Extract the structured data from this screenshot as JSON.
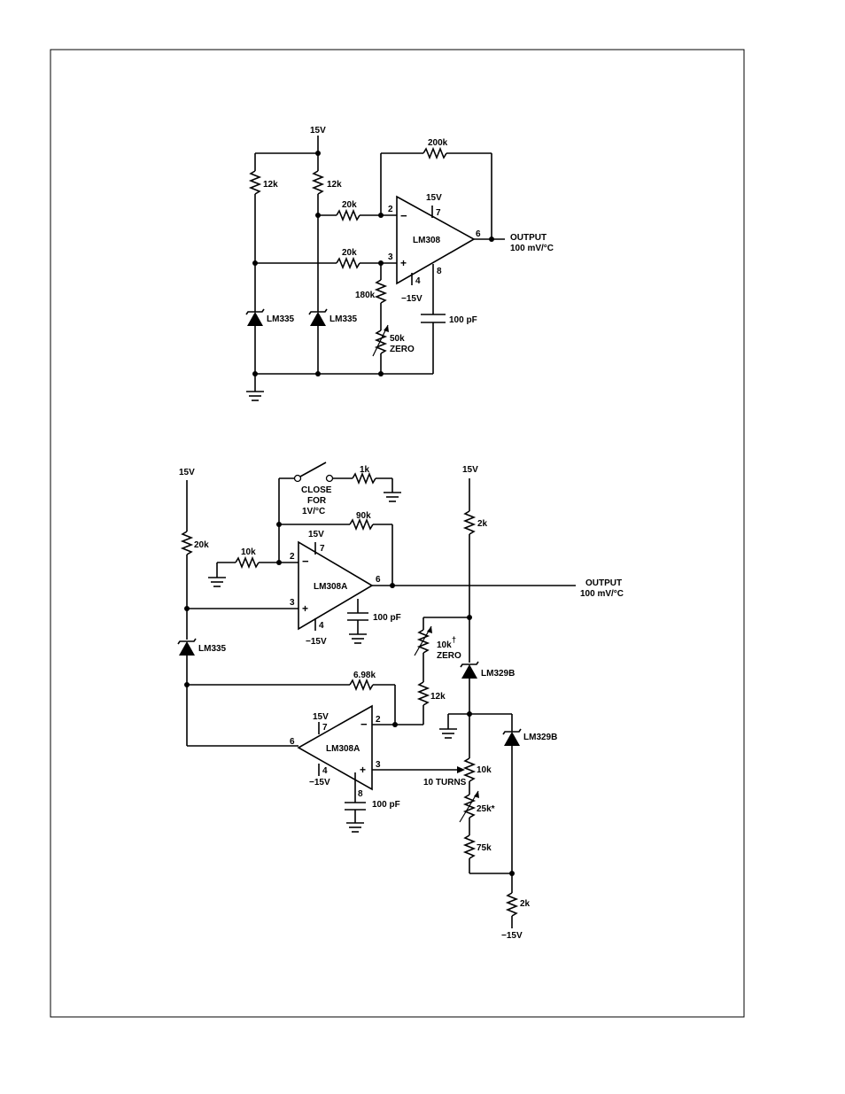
{
  "circuit1": {
    "supply": "15V",
    "r_top_left": "12k",
    "r_top_right": "12k",
    "r_in_inv": "20k",
    "r_in_noninv": "20k",
    "r_feedback": "200k",
    "r_180k": "180k",
    "pot_value": "50k",
    "pot_label": "ZERO",
    "cap": "100 pF",
    "opamp": "LM308",
    "opamp_vplus": "15V",
    "opamp_vminus": "−15V",
    "pin2": "2",
    "pin3": "3",
    "pin4": "4",
    "pin6": "6",
    "pin7": "7",
    "pin8": "8",
    "sensor_left": "LM335",
    "sensor_right": "LM335",
    "output_line1": "OUTPUT",
    "output_line2": "100 mV/°C"
  },
  "circuit2": {
    "supply_left": "15V",
    "supply_right": "15V",
    "supply_neg": "−15V",
    "switch_line1": "CLOSE",
    "switch_line2": "FOR",
    "switch_line3": "1V/°C",
    "r_1k": "1k",
    "r_90k": "90k",
    "r_10k_in": "10k",
    "r_20k": "20k",
    "r_2k_top": "2k",
    "r_2k_bottom": "2k",
    "r_698k": "6.98k",
    "r_12k": "12k",
    "pot_10k": "10k",
    "pot_10k_dagger": "†",
    "pot_10k_label": "ZERO",
    "pot_10k_turns": "10k",
    "turns_label": "10 TURNS",
    "pot_25k": "25k*",
    "r_75k": "75k",
    "opamp_a": "LM308A",
    "opamp_b": "LM308A",
    "opamp_a_vplus": "15V",
    "opamp_a_vminus": "−15V",
    "opamp_b_vplus": "15V",
    "opamp_b_vminus": "−15V",
    "cap_a": "100 pF",
    "cap_b": "100 pF",
    "sensor": "LM335",
    "ref_upper": "LM329B",
    "ref_lower": "LM329B",
    "a_pin2": "2",
    "a_pin3": "3",
    "a_pin4": "4",
    "a_pin6": "6",
    "a_pin7": "7",
    "b_pin2": "2",
    "b_pin3": "3",
    "b_pin4": "4",
    "b_pin6": "6",
    "b_pin7": "7",
    "b_pin8": "8",
    "output_line1": "OUTPUT",
    "output_line2": "100 mV/°C"
  }
}
